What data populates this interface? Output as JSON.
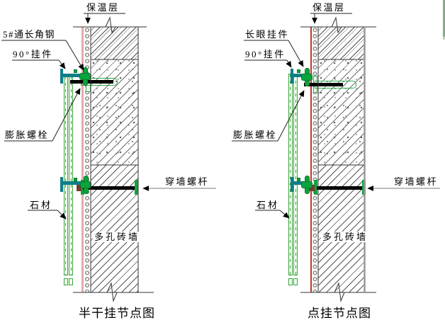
{
  "page": {
    "background_color": "#ffffff",
    "accent_bar_color": "#8cab8c"
  },
  "colors": {
    "teal_clamp": "#0e7f87",
    "green_hanger": "#0aa33c",
    "stone_outline": "#3aa63a",
    "bolt_black": "#000000",
    "nut_maroon": "#7a3b2e",
    "finish_line_left": "#e4aaaa",
    "finish_line_right": "#c4342f",
    "hatch_line": "#555555"
  },
  "diagrams": [
    {
      "id": "semi-dry-hang-detail",
      "caption": "半干挂节点图",
      "labels": {
        "insulation": "保温层",
        "angle_steel": "5#通长角钢",
        "hanger_90": "90°挂件",
        "expansion_bolt": "膨胀螺栓",
        "stone": "石材",
        "brick_wall": "多孔砖墙",
        "through_wall_rod": "穿墙螺杆"
      }
    },
    {
      "id": "point-hang-detail",
      "caption": "点挂节点图",
      "labels": {
        "insulation": "保温层",
        "long_eye_hanger": "长眼挂件",
        "hanger_90": "90°挂件",
        "expansion_bolt": "膨胀螺栓",
        "stone": "石材",
        "brick_wall": "多孔砖墙",
        "through_wall_rod": "穿墙螺杆"
      }
    }
  ]
}
